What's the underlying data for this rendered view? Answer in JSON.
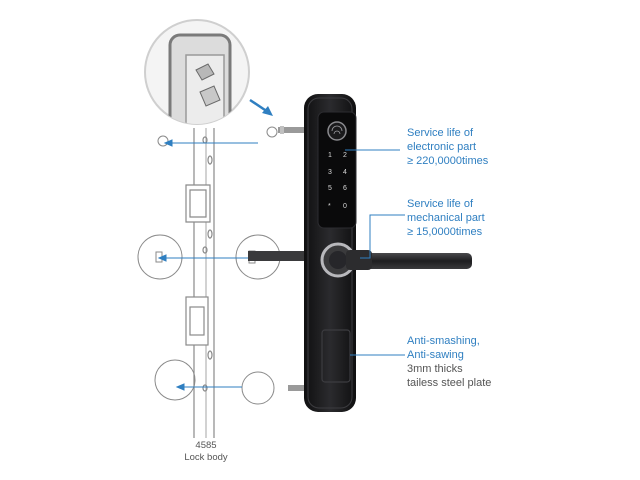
{
  "colors": {
    "callout_blue": "#2f7fc1",
    "body_text": "#555555",
    "lock_body": "#1c1c1e",
    "handle": "#2a2a2c",
    "outline": "#8a8a8a"
  },
  "callouts": {
    "electronic": [
      "Service life of",
      "electronic part",
      "≥ 220,0000times"
    ],
    "mechanical": [
      "Service life of",
      "mechanical part",
      "≥ 15,0000times"
    ],
    "protection_highlight": [
      "Anti-smashing,",
      "Anti-sawing"
    ],
    "protection_detail": [
      "3mm thicks",
      "tailess steel plate"
    ]
  },
  "lock_body": {
    "model": "4585",
    "label": "Lock body"
  },
  "keypad": {
    "keys": [
      "1",
      "2",
      "3",
      "4",
      "5",
      "6",
      "*",
      "0"
    ]
  },
  "icons": {
    "fingerprint": "fingerprint-icon",
    "pointer": "arrow-pointer-icon"
  }
}
